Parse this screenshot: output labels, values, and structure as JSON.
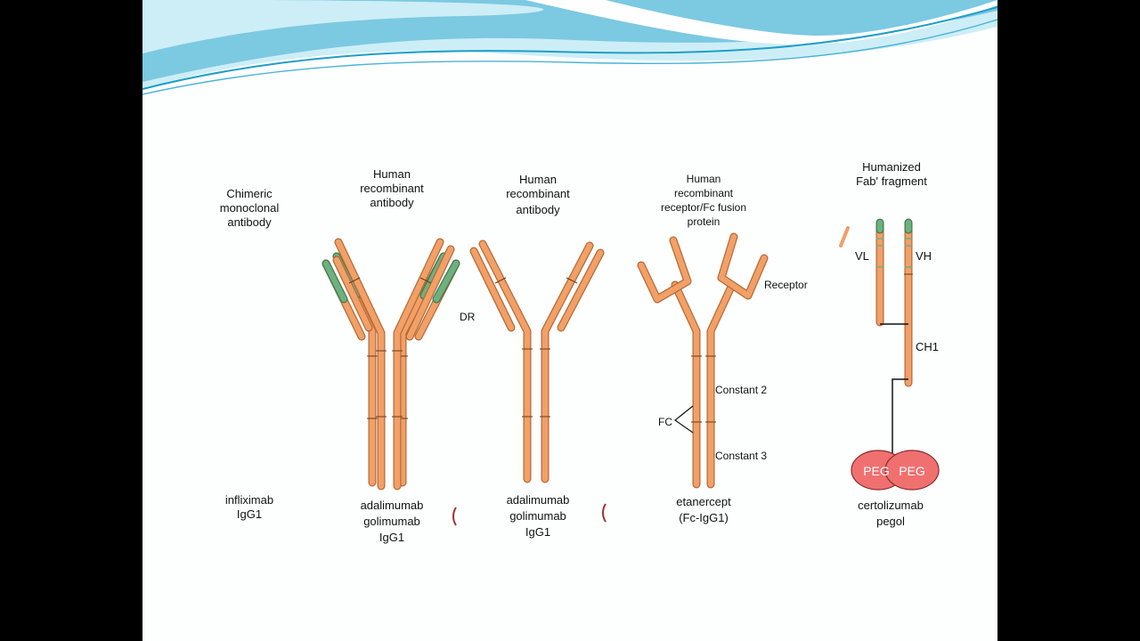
{
  "colors": {
    "chain": "#f1a068",
    "chain_edge": "#b66a36",
    "variable": "#6fb07f",
    "variable_edge": "#3f7a4f",
    "peg": "#f07070",
    "wave_light": "#cdeef6",
    "wave_mid": "#7cc9e2",
    "wave_dark": "#1f9ec8"
  },
  "panels": [
    {
      "title": [
        "Chimeric",
        "monoclonal",
        "antibody"
      ],
      "caption": [
        "infliximab",
        "IgG1"
      ]
    },
    {
      "title": [
        "Human",
        "recombinant",
        "antibody"
      ],
      "caption": [
        "adalimumab",
        "golimumab",
        "IgG1"
      ]
    },
    {
      "title": [
        "Human",
        "recombinant",
        "antibody"
      ],
      "caption": [
        "adalimumab",
        "golimumab",
        "IgG1"
      ]
    },
    {
      "title": [
        "Human",
        "recombinant",
        "receptor/Fc fusion",
        "protein"
      ],
      "caption": [
        "etanercept",
        "(Fc-IgG1)"
      ],
      "labels": {
        "receptor": "Receptor",
        "constant2": "Constant 2",
        "constant3": "Constant 3",
        "fc": "FC"
      }
    },
    {
      "title": [
        "Humanized",
        "Fab' fragment"
      ],
      "caption": [
        "certolizumab",
        "pegol"
      ],
      "labels": {
        "vl": "VL",
        "vh": "VH",
        "ch1": "CH1",
        "peg_left": "PEG",
        "peg_right": "PEG"
      }
    }
  ],
  "fragments": {
    "cut_label": "DR"
  }
}
